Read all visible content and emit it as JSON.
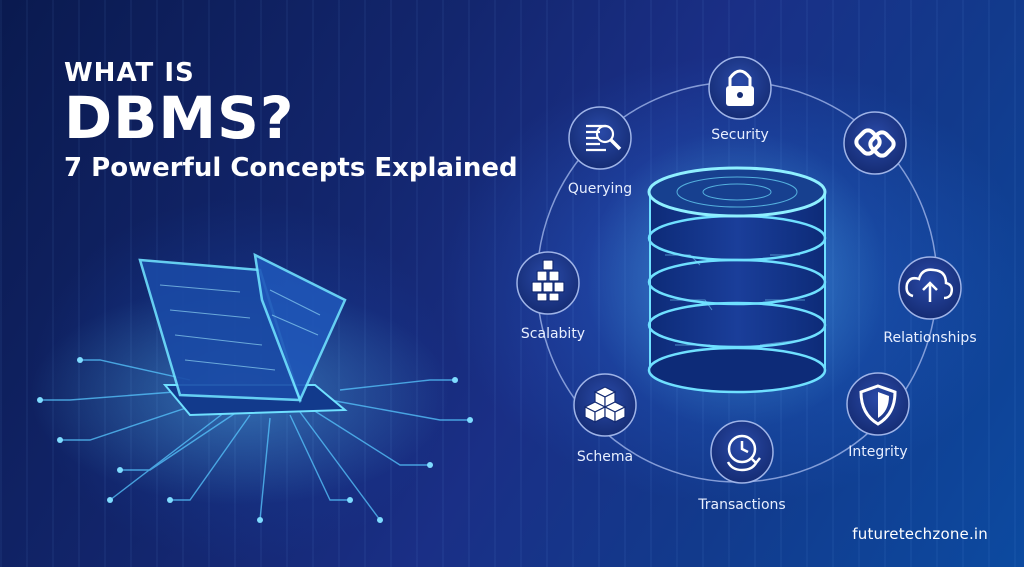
{
  "heading": {
    "line1": "WHAT IS",
    "line2": "DBMS?",
    "line3": "7 Powerful Concepts Explained"
  },
  "concepts": [
    {
      "label": "Security",
      "icon": "padlock-icon"
    },
    {
      "label": "",
      "icon": "link-icon"
    },
    {
      "label": "Relationships",
      "icon": "cloud-upload-icon"
    },
    {
      "label": "Integrity",
      "icon": "shield-icon"
    },
    {
      "label": "Transactions",
      "icon": "clock-refresh-icon"
    },
    {
      "label": "Schema",
      "icon": "cubes-icon"
    },
    {
      "label": "Scalabity",
      "icon": "stacked-blocks-icon"
    },
    {
      "label": "Querying",
      "icon": "document-search-icon"
    }
  ],
  "footer": {
    "site": "futuretechzone.in"
  },
  "colors": {
    "glow": "#5fd3ff",
    "ring": "#9fb4e8",
    "background": "#13266e"
  }
}
